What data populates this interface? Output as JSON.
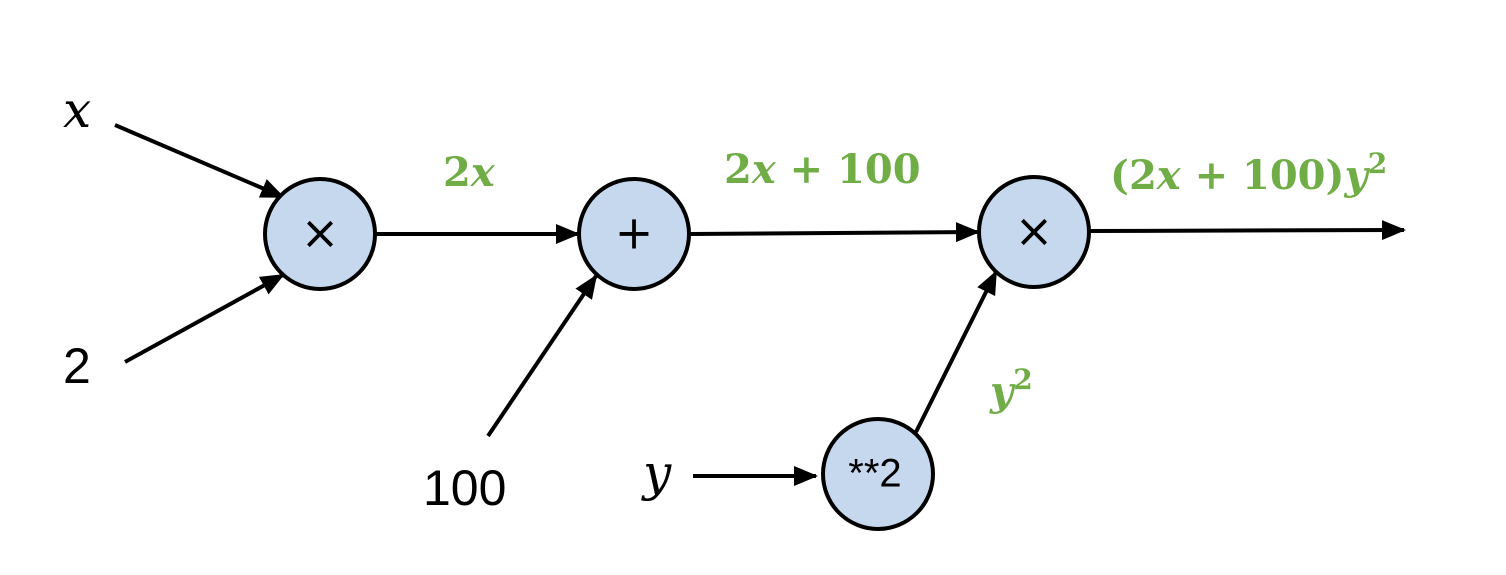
{
  "colors": {
    "node_fill": "#c5d8ee",
    "stroke": "#000000",
    "edge_label": "#70ad47"
  },
  "inputs": {
    "x": "x",
    "two": "2",
    "hundred": "100",
    "y": "y"
  },
  "nodes": {
    "mul1": "×",
    "add": "+",
    "mul2": "×",
    "square": "**2"
  },
  "edge_labels": {
    "e1": {
      "coef": "2",
      "var": "x"
    },
    "e2": {
      "coef": "2",
      "var": "x",
      "op": " + ",
      "num": "100"
    },
    "e3": {
      "open": "(",
      "coef": "2",
      "var": "x",
      "op": " + ",
      "num": "100",
      "close": ")",
      "var2": "y",
      "exp": "2"
    },
    "e4": {
      "var": "y",
      "exp": "2"
    }
  }
}
